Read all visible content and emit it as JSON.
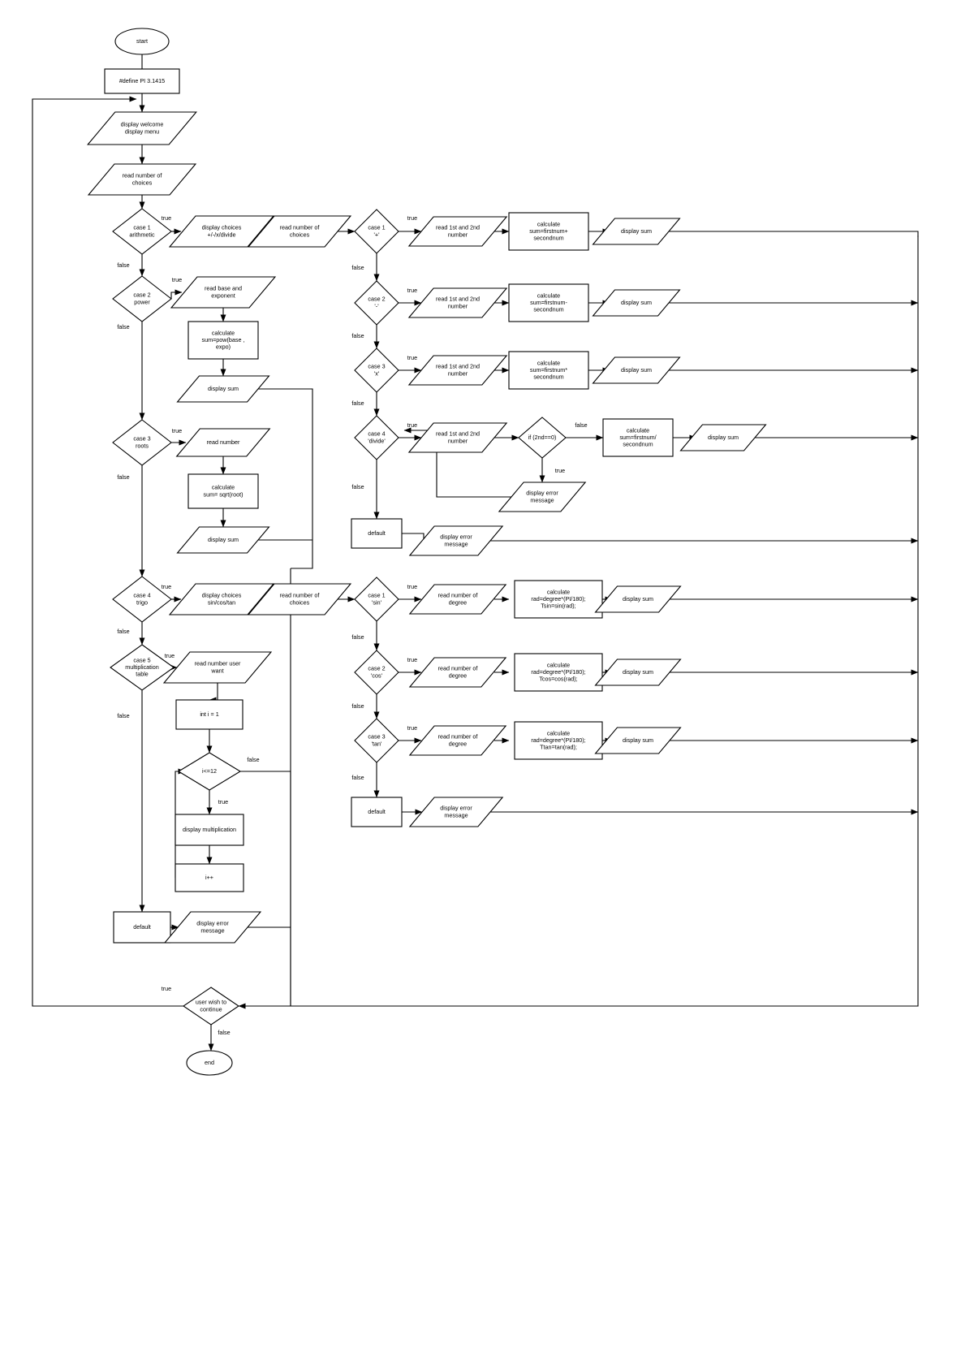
{
  "diagram": {
    "title": "calculator-program-flowchart",
    "label_true": "true",
    "label_false": "false",
    "nodes": {
      "start": "start",
      "define_pi": "#define PI 3.1415",
      "display_welcome": "display welcome\ndisplay menu",
      "read_choices_main": "read number of\nchoices",
      "case1_arithmetic": "case 1\narithmetic",
      "display_choices_arith": "display choices\n+/-/x/divide",
      "read_choices_arith": "read number of\nchoices",
      "case2_power": "case 2\npower",
      "read_base_expo": "read base and\nexponent",
      "calc_pow": "calculate\nsum=pow(base ,\nexpo)",
      "display_sum_pow": "display sum",
      "case3_roots": "case 3\nroots",
      "read_number_root": "read number",
      "calc_sqrt": "calculate\nsum= sqrt(root)",
      "display_sum_sqrt": "display sum",
      "case4_trigo": "case 4\ntrigo",
      "display_choices_trig": "display choices\nsin/cos/tan",
      "read_choices_trig": "read number of\nchoices",
      "case5_multab": "case 5\nmultiplication\ntable",
      "read_number_user": "read number user\nwant",
      "init_i": "int i = 1",
      "loop_cond": "i<=12",
      "display_mult": "display multiplication",
      "increment_i": "i++",
      "default_main": "default",
      "display_error_main": "display error\nmessage",
      "user_continue": "user wish to\ncontinue",
      "end": "end",
      "a_case1": "case 1\n'+'",
      "a_read1": "read 1st and 2nd\nnumber",
      "a_calc1": "calculate\nsum=firstnum+\nsecondnum",
      "a_disp1": "display sum",
      "a_case2": "case 2\n'-'",
      "a_read2": "read 1st and 2nd\nnumber",
      "a_calc2": "calculate\nsum=firstnum-\nsecondnum",
      "a_disp2": "display sum",
      "a_case3": "case 3\n'x'",
      "a_read3": "read 1st and 2nd\nnumber",
      "a_calc3": "calculate\nsum=firstnum*\nsecondnum",
      "a_disp3": "display sum",
      "a_case4": "case 4\n'divide'",
      "a_read4": "read 1st and 2nd\nnumber",
      "a_check_zero": "if (2nd==0)",
      "a_calc4": "calculate\nsum=firstnum/\nsecondnum",
      "a_disp4": "display sum",
      "a_err_zero": "display error\nmessage",
      "a_default": "default",
      "a_default_err": "display error\nmessage",
      "t_case1": "case 1\n'sin'",
      "t_read1": "read number of\ndegree",
      "t_calc1": "calculate\nrad=degree*(PI/180);\nTsin=sin(rad);",
      "t_disp1": "display sum",
      "t_case2": "case 2\n'cos'",
      "t_read2": "read number of\ndegree",
      "t_calc2": "calculate\nrad=degree*(PI/180);\nTcos=cos(rad);",
      "t_disp2": "display sum",
      "t_case3": "case 3\n'tan'",
      "t_read3": "read number of\ndegree",
      "t_calc3": "calculate\nrad=degree*(PI/180);\nTtan=tan(rad);",
      "t_disp3": "display sum",
      "t_default": "default",
      "t_default_err": "display error\nmessage"
    },
    "colors": {
      "stroke": "#000000",
      "fill": "#ffffff",
      "text": "#000000"
    }
  }
}
